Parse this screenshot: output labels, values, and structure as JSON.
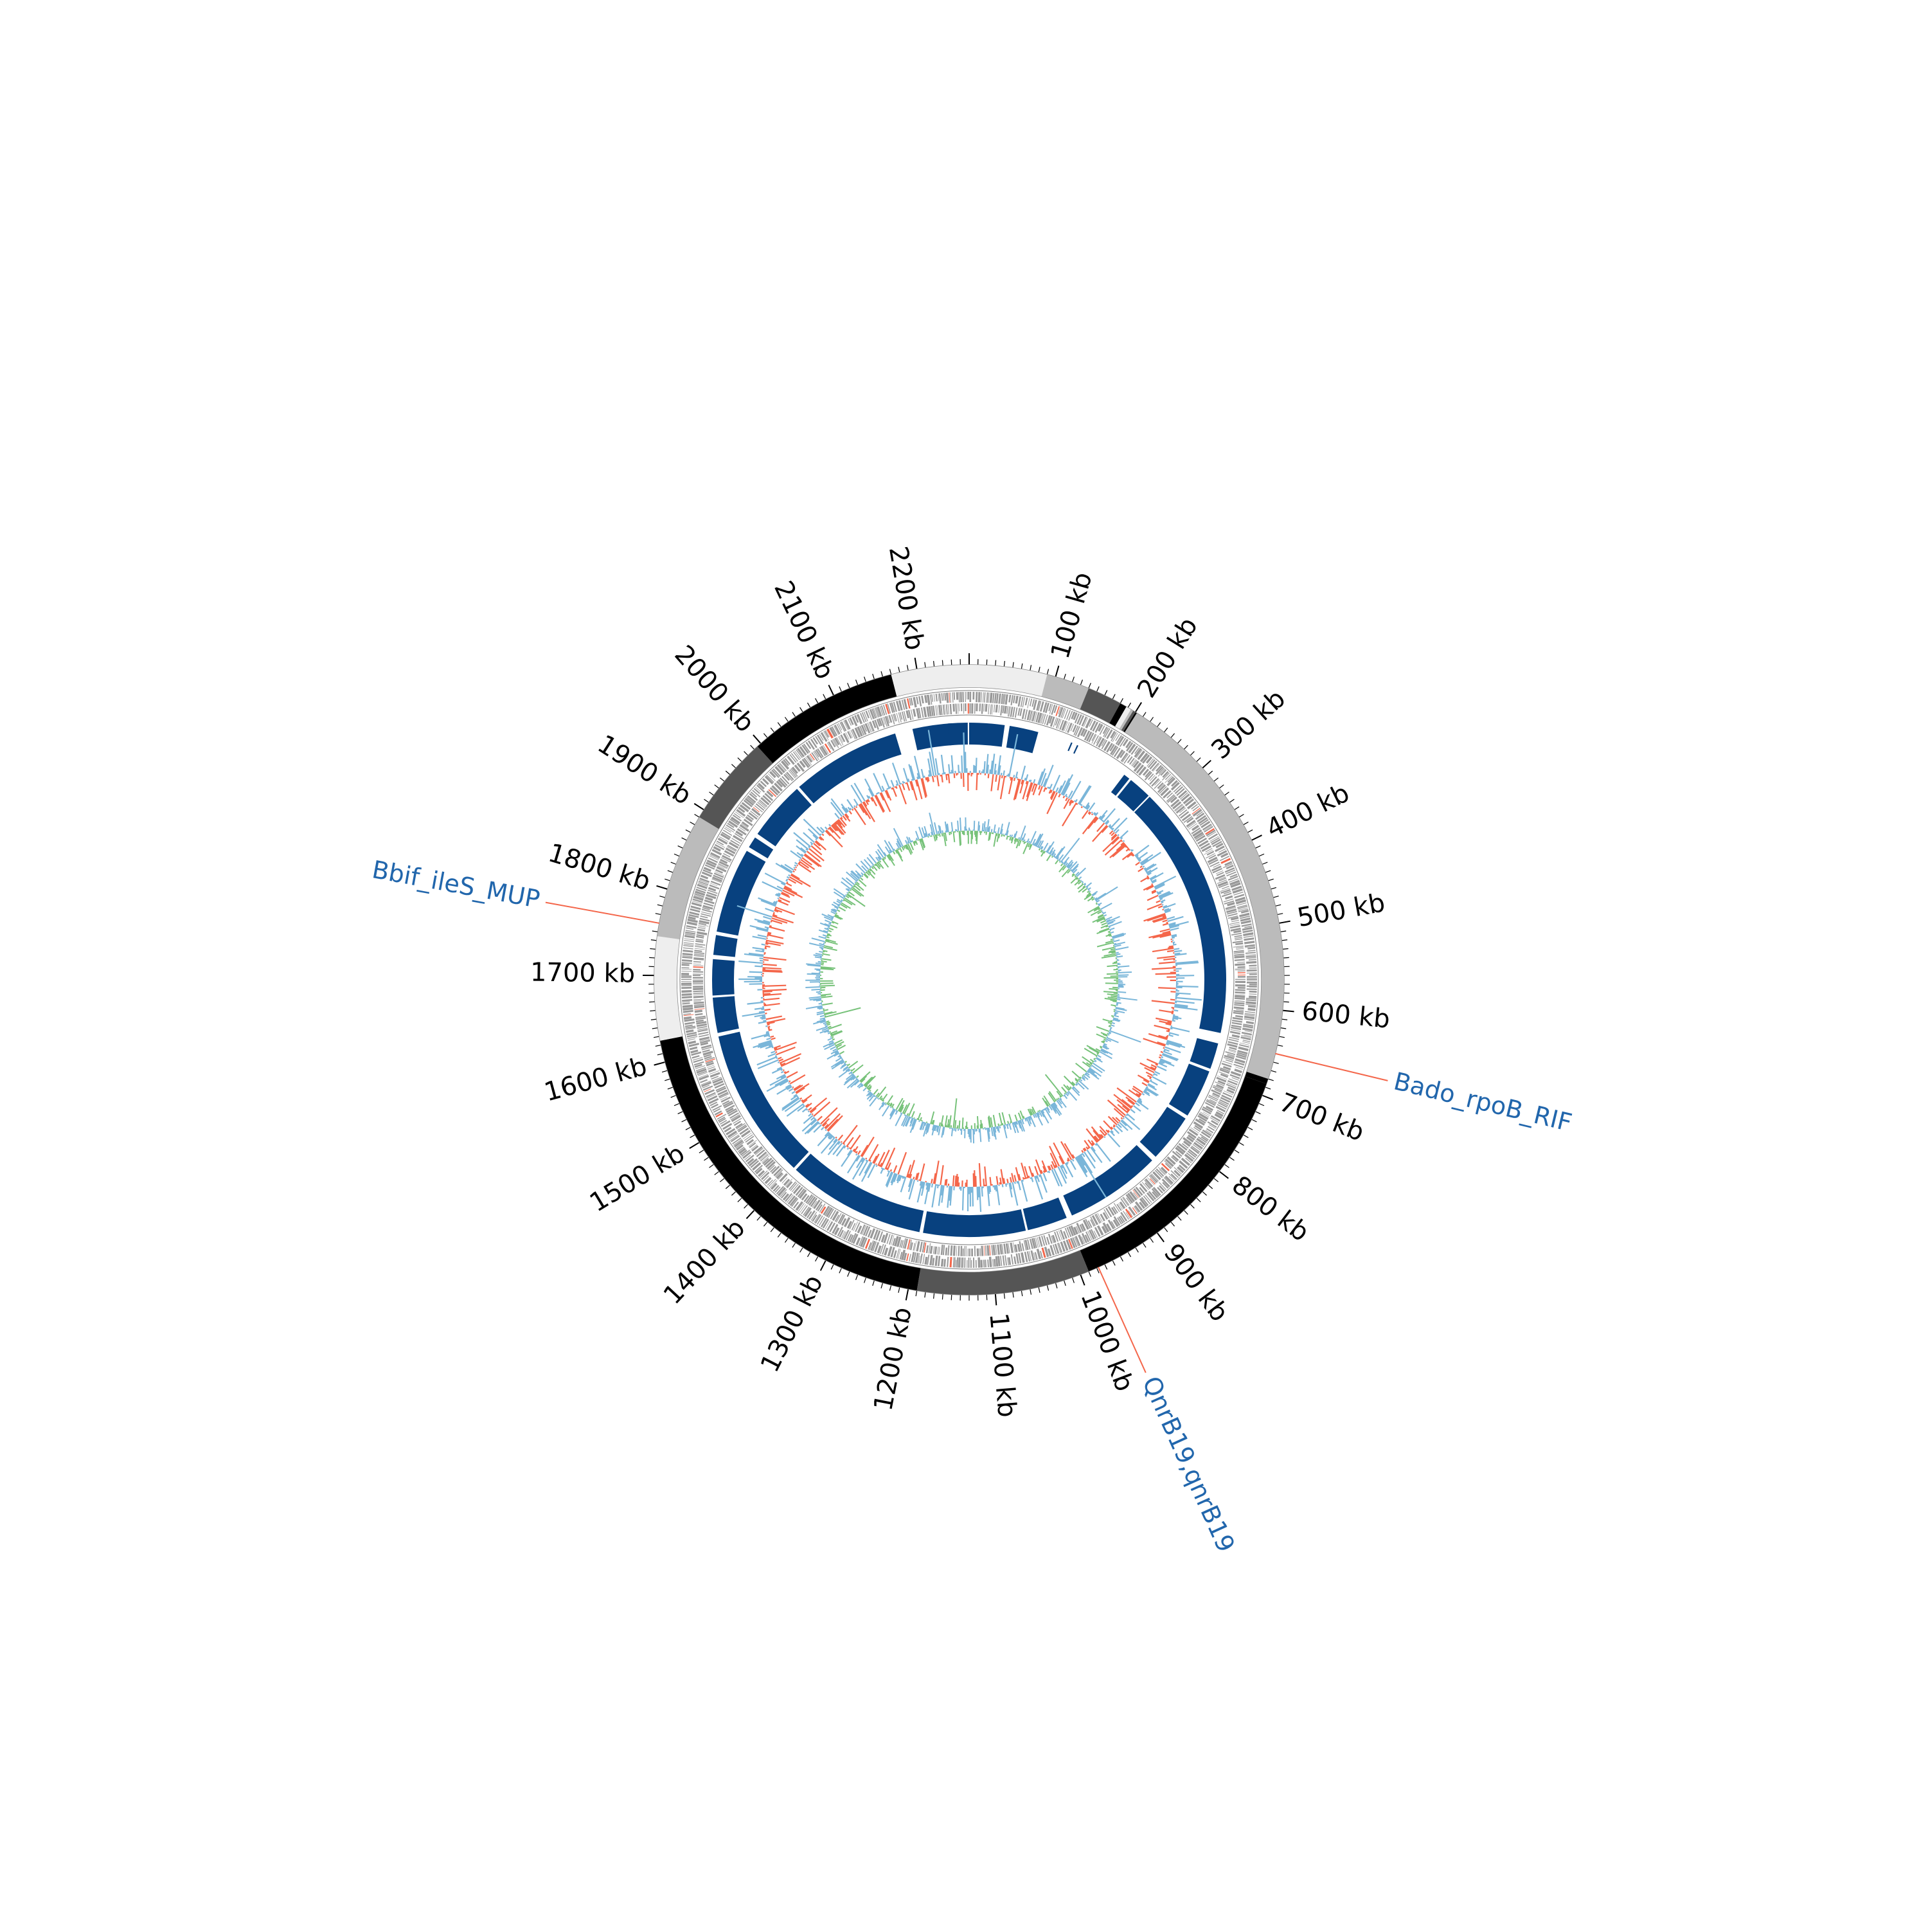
{
  "genome": {
    "length_kb": 2260,
    "tick_major_kb": 100,
    "tick_minor_kb": 10,
    "tick_unit": "kb",
    "tick_labels": [
      "100 kb",
      "200 kb",
      "300 kb",
      "400 kb",
      "500 kb",
      "600 kb",
      "700 kb",
      "800 kb",
      "900 kb",
      "1000 kb",
      "1100 kb",
      "1200 kb",
      "1300 kb",
      "1400 kb",
      "1500 kb",
      "1600 kb",
      "1700 kb",
      "1800 kb",
      "1900 kb",
      "2000 kb",
      "2100 kb",
      "2200 kb"
    ]
  },
  "contigs": [
    {
      "start": 0,
      "end": 90,
      "color": "#eeeeee"
    },
    {
      "start": 90,
      "end": 140,
      "color": "#bbbbbb"
    },
    {
      "start": 140,
      "end": 180,
      "color": "#555555"
    },
    {
      "start": 180,
      "end": 188,
      "color": "#000000"
    },
    {
      "start": 188,
      "end": 194,
      "color": "#eeeeee"
    },
    {
      "start": 194,
      "end": 197,
      "color": "#bbbbbb"
    },
    {
      "start": 197,
      "end": 200,
      "color": "#555555"
    },
    {
      "start": 200,
      "end": 202,
      "color": "#000000"
    },
    {
      "start": 202,
      "end": 680,
      "color": "#bbbbbb"
    },
    {
      "start": 680,
      "end": 686,
      "color": "#000000"
    },
    {
      "start": 686,
      "end": 990,
      "color": "#000000"
    },
    {
      "start": 990,
      "end": 1190,
      "color": "#555555"
    },
    {
      "start": 1190,
      "end": 1625,
      "color": "#000000"
    },
    {
      "start": 1625,
      "end": 1745,
      "color": "#eeeeee"
    },
    {
      "start": 1745,
      "end": 1890,
      "color": "#bbbbbb"
    },
    {
      "start": 1890,
      "end": 1995,
      "color": "#555555"
    },
    {
      "start": 1995,
      "end": 2170,
      "color": "#000000"
    },
    {
      "start": 2170,
      "end": 2260,
      "color": "#eeeeee"
    }
  ],
  "blast_blocks": [
    {
      "start": 0,
      "end": 50
    },
    {
      "start": 57,
      "end": 98
    },
    {
      "start": 2180,
      "end": 2236
    },
    {
      "start": 2230,
      "end": 2258
    },
    {
      "start": 2000,
      "end": 2155
    },
    {
      "start": 1912,
      "end": 1996
    },
    {
      "start": 1890,
      "end": 1906
    },
    {
      "start": 1763,
      "end": 1884
    },
    {
      "start": 1730,
      "end": 1758
    },
    {
      "start": 1673,
      "end": 1724
    },
    {
      "start": 1620,
      "end": 1670
    },
    {
      "start": 1400,
      "end": 1615
    },
    {
      "start": 1200,
      "end": 1396
    },
    {
      "start": 1050,
      "end": 1195
    },
    {
      "start": 990,
      "end": 1047
    },
    {
      "start": 845,
      "end": 982
    },
    {
      "start": 770,
      "end": 838
    },
    {
      "start": 696,
      "end": 765
    },
    {
      "start": 655,
      "end": 692
    },
    {
      "start": 280,
      "end": 640
    },
    {
      "start": 245,
      "end": 278
    },
    {
      "start": 233,
      "end": 242
    },
    {
      "start": 146,
      "end": 148
    },
    {
      "start": 155,
      "end": 157
    }
  ],
  "annotations": [
    {
      "label": "Bado_rpoB_RIF",
      "position_kb": 650,
      "color": "#2166ac",
      "line_color": "#f4664a"
    },
    {
      "label": "QnrB19,qnrB19",
      "position_kb": 978,
      "color": "#2166ac",
      "line_color": "#f4664a"
    },
    {
      "label": "Bbif_ileS_MUP",
      "position_kb": 1760,
      "color": "#2166ac",
      "line_color": "#f4664a"
    }
  ],
  "colors": {
    "blast": "#08417f",
    "cds": "#999999",
    "cds_highlight": "#f4664a",
    "gc_content_positive": "#7ab6d9",
    "gc_content_negative": "#f4664a",
    "gc_skew_positive": "#7ab6d9",
    "gc_skew_negative": "#77c27a",
    "outline": "#888888"
  },
  "tracks": [
    "contigs",
    "cds",
    "blast_hits",
    "gc_content",
    "gc_skew"
  ]
}
